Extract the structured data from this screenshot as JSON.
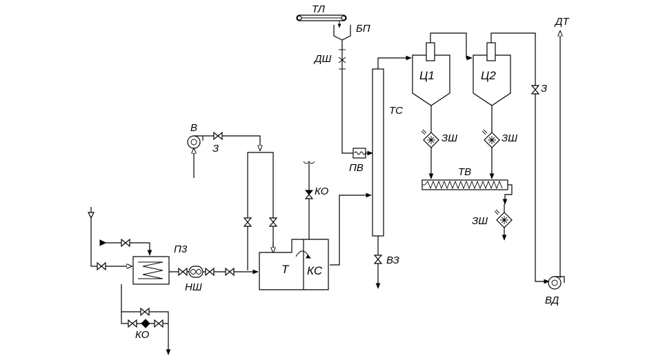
{
  "labels": {
    "tl": "ТЛ",
    "bp": "БП",
    "dsh": "ДШ",
    "ts": "ТС",
    "pv": "ПВ",
    "c1": "Ц1",
    "c2": "Ц2",
    "zsh_left": "ЗШ",
    "zsh_right": "ЗШ",
    "zsh_bottom": "ЗШ",
    "tv": "ТВ",
    "z_right": "З",
    "dt": "ДТ",
    "vd": "ВД",
    "v": "В",
    "z_left": "З",
    "ko_top": "КО",
    "ko_bottom": "КО",
    "vz": "ВЗ",
    "p3": "П3",
    "nsh": "НШ",
    "t": "Т",
    "ks": "КС"
  }
}
